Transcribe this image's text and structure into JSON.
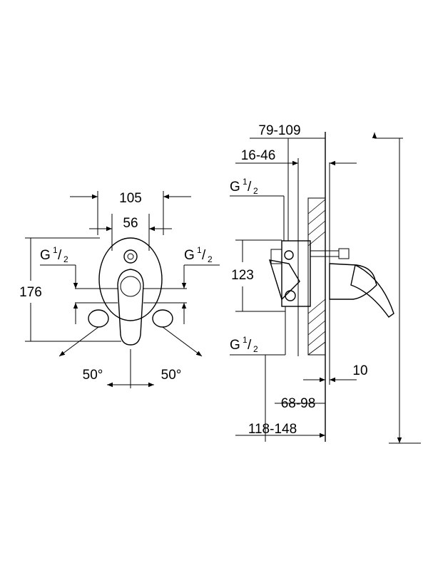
{
  "front_view": {
    "width_overall": "105",
    "width_plate": "56",
    "height_overall": "176",
    "inlet_left": {
      "g": "G",
      "num": "1",
      "den": "2"
    },
    "inlet_right": {
      "g": "G",
      "num": "1",
      "den": "2"
    },
    "angle_left": "50°",
    "angle_right": "50°"
  },
  "side_view": {
    "depth_range": "79-109",
    "sleeve_range": "16-46",
    "inlet_top": {
      "g": "G",
      "num": "1",
      "den": "2"
    },
    "spacing": "123",
    "inlet_bottom": {
      "g": "G",
      "num": "1",
      "den": "2"
    },
    "tile_thickness": "10",
    "install_depth": "68-98",
    "total_depth": "118-148"
  }
}
